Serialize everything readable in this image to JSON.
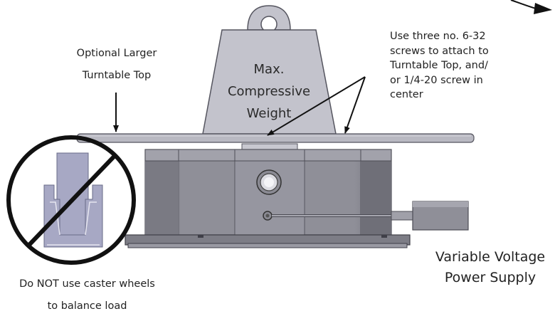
{
  "labels": {
    "turntable_top": [
      "Optional Larger",
      "Turntable Top"
    ],
    "screws": [
      "Use three no. 6-32",
      "screws to attach to",
      "Turntable Top, and/",
      "or 1/4-20 screw in",
      "center"
    ],
    "weight": [
      "Max.",
      "Compressive",
      "Weight"
    ],
    "power_supply": [
      "Variable Voltage",
      "Power Supply"
    ],
    "caster_warning": [
      "Do NOT use caster wheels",
      "to balance load"
    ]
  },
  "icons": {
    "weight": "weight-icon",
    "prohibited": "no-symbol-icon",
    "caster": "caster-wheel-icon"
  },
  "colors": {
    "weight_fill": "#c3c3cc",
    "weight_stroke": "#55555f",
    "plate_fill": "#b9b9c2",
    "body_fill": "#8e8e97",
    "body_dark": "#6f6f78",
    "base_fill": "#7d7d86",
    "caster_fill": "#a7a8c4",
    "prohibit_stroke": "#111111",
    "arrow": "#111111"
  }
}
